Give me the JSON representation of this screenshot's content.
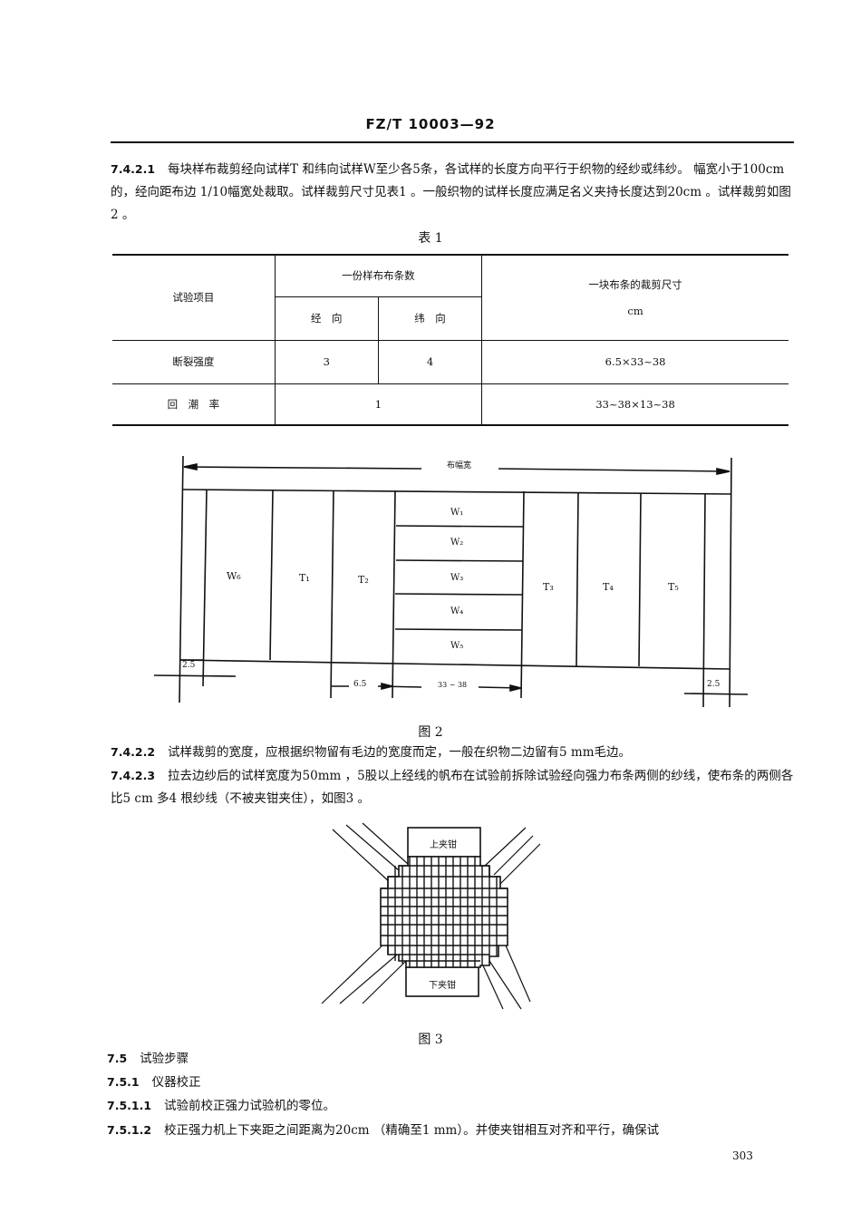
{
  "header": {
    "standard_code": "FZ/T 10003—92"
  },
  "sections": [
    {
      "number": "7.4.2.1",
      "text": "每块样布裁剪经向试样T 和纬向试样W至少各5条，各试样的长度方向平行于织物的经纱或纬纱。 幅宽小于100cm 的，经向距布边 1/10幅宽处裁取。试样裁剪尺寸见表1 。一般织物的试样长度应满足名义夹持长度达到20cm 。试样裁剪如图2 。"
    }
  ],
  "table1": {
    "caption": "表 1",
    "col_item": "试验项目",
    "col_count": "一份样布布条数",
    "col_warp": "经　向",
    "col_weft": "纬　向",
    "col_size": "一块布条的裁剪尺寸",
    "col_size_unit": "cm",
    "rows": [
      {
        "item": "断裂强度",
        "warp": "3",
        "weft": "4",
        "size": "6.5×33~38"
      },
      {
        "item": "回　潮　率",
        "count": "1",
        "size": "33~38×13~38"
      }
    ]
  },
  "figure2": {
    "caption": "图 2",
    "width_label": "布幅宽",
    "strips_left": [
      "W₆",
      "T₁",
      "T₂"
    ],
    "center_strips": [
      "W₁",
      "W₂",
      "W₃",
      "W₄",
      "W₅"
    ],
    "strips_right": [
      "T₃",
      "T₄",
      "T₅"
    ],
    "dim_edge_left": "2.5",
    "dim_strip": "6.5",
    "dim_length": "33 ~ 38",
    "dim_edge_right": "2.5"
  },
  "para_7422": {
    "number": "7.4.2.2",
    "text": "试样裁剪的宽度，应根据织物留有毛边的宽度而定，一般在织物二边留有5 mm毛边。"
  },
  "para_7423": {
    "number": "7.4.2.3",
    "text": "拉去边纱后的试样宽度为50mm ，5股以上经线的帆布在试验前拆除试验经向强力布条两侧的纱线，使布条的两侧各比5 cm 多4 根纱线（不被夹钳夹住），如图3 。"
  },
  "figure3": {
    "caption": "图 3",
    "upper_clamp": "上夹钳",
    "lower_clamp": "下夹钳"
  },
  "para_75": {
    "number": "7.5",
    "text": "试验步骤"
  },
  "para_751": {
    "number": "7.5.1",
    "text": "仪器校正"
  },
  "para_7511": {
    "number": "7.5.1.1",
    "text": "试验前校正强力试验机的零位。"
  },
  "para_7512": {
    "number": "7.5.1.2",
    "text": "校正强力机上下夹距之间距离为20cm （精确至1 mm）。并使夹钳相互对齐和平行，确保试"
  },
  "footer": {
    "page_number": "303"
  }
}
